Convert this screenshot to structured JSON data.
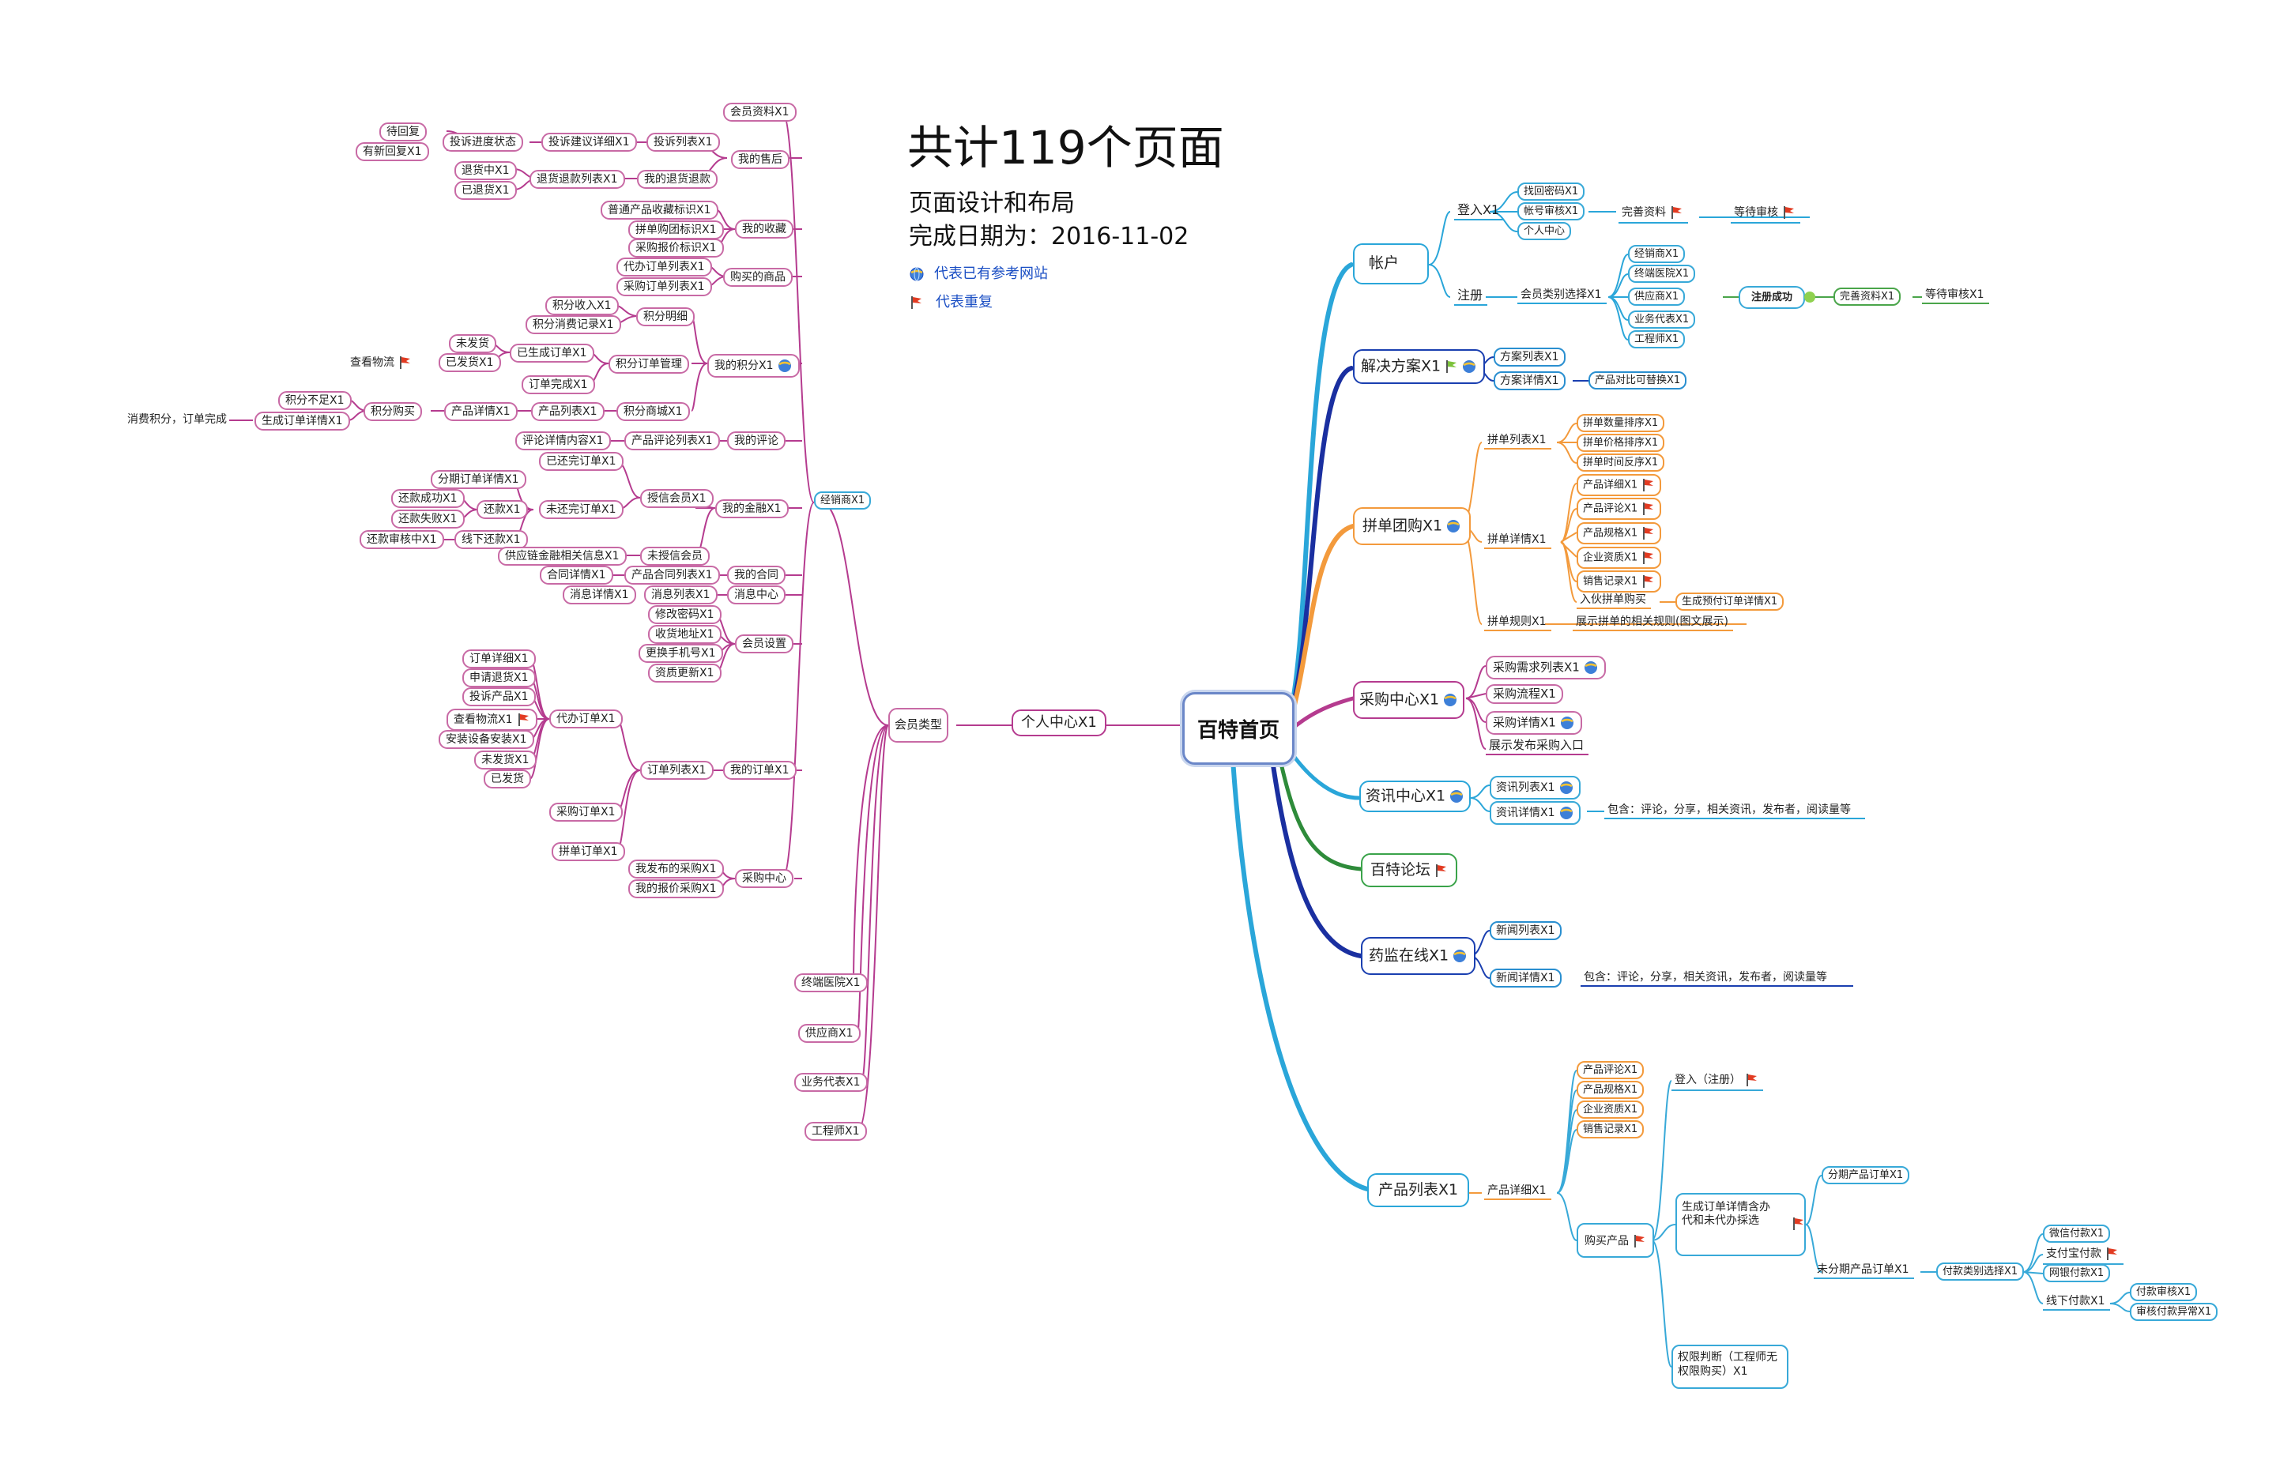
{
  "title": {
    "headline": "共计119个页面",
    "line1": "页面设计和布局",
    "line2": "完成日期为：2016-11-02",
    "legend_web": "代表已有参考网站",
    "legend_repeat": "代表重复"
  },
  "center": "百特首页",
  "left": {
    "personal_center": "个人中心X1",
    "member_type": "会员类型",
    "distributor": "经销商X1",
    "terminal_hospital": "终端医院X1",
    "supplier": "供应商X1",
    "sales_rep": "业务代表X1",
    "engineer": "工程师X1",
    "member_info": "会员资料X1",
    "after_sales": "我的售后",
    "complaint_list": "投诉列表X1",
    "complaint_suggest": "投诉建议详细X1",
    "complaint_progress": "投诉进度状态",
    "wait_reply": "待回复",
    "has_reply": "有新回复X1",
    "my_returns": "我的退货退款",
    "return_list": "退货退款列表X1",
    "returning": "退货中X1",
    "returned": "已退货X1",
    "my_favorites": "我的收藏",
    "fav_normal": "普通产品收藏标识X1",
    "fav_group": "拼单购团标识X1",
    "fav_purchase": "采购报价标识X1",
    "bought_goods": "购买的商品",
    "agent_order_list": "代办订单列表X1",
    "purchase_order_list": "采购订单列表X1",
    "my_points": "我的积分X1",
    "points_detail": "积分明细",
    "points_income": "积分收入X1",
    "points_spend": "积分消费记录X1",
    "points_order_mgmt": "积分订单管理",
    "order_generated": "已生成订单X1",
    "not_shipped": "未发货",
    "shipped": "已发货X1",
    "view_logistics": "查看物流",
    "order_done": "订单完成X1",
    "points_mall": "积分商城X1",
    "product_list": "产品列表X1",
    "product_detail": "产品详情X1",
    "points_buy": "积分购买",
    "points_insufficient": "积分不足X1",
    "gen_order_detail": "生成订单详情X1",
    "points_consume_done": "消费积分，订单完成",
    "my_reviews": "我的评论",
    "product_review_list": "产品评论列表X1",
    "review_detail": "评论详情内容X1",
    "my_finance": "我的金融X1",
    "credit_member": "授信会员X1",
    "repaid_order_list": "已还完订单X1",
    "unpaid_order_list": "未还完订单X1",
    "installment_detail": "分期订单详情X1",
    "repay": "还款X1",
    "repay_success": "还款成功X1",
    "repay_fail": "还款失败X1",
    "offline_repay": "线下还款X1",
    "repay_reviewing": "还款审核中X1",
    "not_credit_member": "未授信会员",
    "supply_chain_info": "供应链金融相关信息X1",
    "my_contracts": "我的合同",
    "contract_list": "产品合同列表X1",
    "contract_detail": "合同详情X1",
    "message_center": "消息中心",
    "message_list": "消息列表X1",
    "message_detail": "消息详情X1",
    "member_settings": "会员设置",
    "change_password": "修改密码X1",
    "shipping_address": "收货地址X1",
    "change_phone": "更换手机号X1",
    "qualification_update": "资质更新X1",
    "my_orders": "我的订单X1",
    "order_list": "订单列表X1",
    "agent_order": "代办订单X1",
    "order_detail": "订单详细X1",
    "apply_return": "申请退货X1",
    "complain_product": "投诉产品X1",
    "view_logistics2": "查看物流X1",
    "install_equipment": "安装设备安装X1",
    "not_shipped2": "未发货X1",
    "shipped2": "已发货",
    "purchase_order": "采购订单X1",
    "group_order": "拼单订单X1",
    "purchase_center": "采购中心",
    "my_published_purchase": "我发布的采购X1",
    "my_quoted_purchase": "我的报价采购X1"
  },
  "right": {
    "account": "帐户",
    "login": "登入X1",
    "find_password": "找回密码X1",
    "account_review": "帐号审核X1",
    "complete_info": "完善资料",
    "wait_review": "等待审核",
    "personal_center": "个人中心",
    "register": "注册",
    "member_type_select": "会员类别选择X1",
    "distributor": "经销商X1",
    "terminal_hospital": "终端医院X1",
    "supplier": "供应商X1",
    "sales_rep": "业务代表X1",
    "engineer": "工程师X1",
    "register_success": "注册成功",
    "complete_info_x1": "完善资料X1",
    "wait_review_x1": "等待审核X1",
    "solutions": "解决方案X1",
    "solution_list": "方案列表X1",
    "solution_detail": "方案详情X1",
    "product_compare": "产品对比可替换X1",
    "group_buy": "拼单团购X1",
    "group_list": "拼单列表X1",
    "sort_qty": "拼单数量排序X1",
    "sort_price": "拼单价格排序X1",
    "sort_time": "拼单时间反序X1",
    "group_detail": "拼单详情X1",
    "g_product_detail": "产品详细X1",
    "g_product_review": "产品评论X1",
    "g_product_spec": "产品规格X1",
    "g_company_qual": "企业资质X1",
    "g_sales_record": "销售记录X1",
    "join_group_buy": "入伙拼单购买",
    "gen_prepay_order": "生成预付订单详情X1",
    "group_rules": "拼单规则X1",
    "group_rules_desc": "展示拼单的相关规则(图文展示)",
    "purchase_center": "采购中心X1",
    "purchase_demand_list": "采购需求列表X1",
    "purchase_flow": "采购流程X1",
    "purchase_detail": "采购详情X1",
    "publish_purchase": "展示发布采购入口",
    "news_center": "资讯中心X1",
    "news_list": "资讯列表X1",
    "news_detail": "资讯详情X1",
    "news_contains": "包含：评论，分享，相关资讯，发布者，阅读量等",
    "forum": "百特论坛",
    "fda_online": "药监在线X1",
    "fda_news_list": "新闻列表X1",
    "fda_news_detail": "新闻详情X1",
    "fda_contains": "包含：评论，分享，相关资讯，发布者，阅读量等",
    "product_list": "产品列表X1",
    "product_detail": "产品详细X1",
    "p_review": "产品评论X1",
    "p_spec": "产品规格X1",
    "p_qual": "企业资质X1",
    "p_sales": "销售记录X1",
    "buy_product": "购买产品",
    "login_register": "登入（注册）",
    "gen_order_agent": "生成订单详情含办代和未代办採选",
    "installment_order": "分期产品订单X1",
    "non_installment_order": "未分期产品订单X1",
    "payment_select": "付款类别选择X1",
    "wechat_pay": "微信付款X1",
    "alipay": "支付宝付款",
    "unionpay": "网银付款X1",
    "offline_pay": "线下付款X1",
    "pay_review": "付款审核X1",
    "pay_review_abnormal": "审核付款异常X1",
    "permission_check": "权限判断（工程师无权限购买）X1"
  },
  "colors": {
    "magenta": "#b53b8f",
    "cyan": "#2aa6d9",
    "navy": "#1a2fa0",
    "orange": "#f39a3c",
    "green": "#2e8b3a",
    "red_flag": "#e23b22",
    "blue_text": "#1b4fc4"
  },
  "icons": [
    "web-reference-icon",
    "repeat-flag-icon"
  ]
}
